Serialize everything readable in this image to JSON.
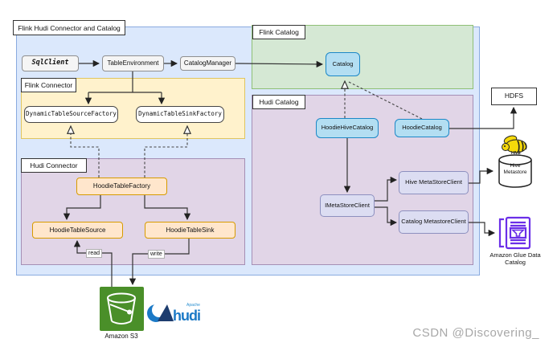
{
  "diagram": {
    "title": "Flink Hudi Connector and Catalog",
    "groups": {
      "flink_connector": {
        "label": "Flink Connector"
      },
      "hudi_connector": {
        "label": "Hudi Connector"
      },
      "flink_catalog": {
        "label": "Flink Catalog"
      },
      "hudi_catalog": {
        "label": "Hudi Catalog"
      }
    },
    "nodes": {
      "sql_client": {
        "label": "SqlClient"
      },
      "table_environment": {
        "label": "TableEnvironment"
      },
      "catalog_manager": {
        "label": "CatalogManager"
      },
      "dynamic_table_source_factory": {
        "label": "DynamicTableSourceFactory"
      },
      "dynamic_table_sink_factory": {
        "label": "DynamicTableSinkFactory"
      },
      "hoodie_table_factory": {
        "label": "HoodieTableFactory"
      },
      "hoodie_table_source": {
        "label": "HoodieTableSource"
      },
      "hoodie_table_sink": {
        "label": "HoodieTableSink"
      },
      "catalog": {
        "label": "Catalog"
      },
      "hoodie_hive_catalog": {
        "label": "HoodieHiveCatalog"
      },
      "hoodie_catalog": {
        "label": "HoodieCatalog"
      },
      "imeta_store_client": {
        "label": "IMetaStoreClient"
      },
      "hive_meta_store_client": {
        "label": "Hive MetaStoreClient"
      },
      "catalog_metastore_client": {
        "label": "Catalog MetastoreClient"
      },
      "hdfs": {
        "label": "HDFS"
      }
    },
    "edge_labels": {
      "read": "read",
      "write": "write"
    },
    "external": {
      "hive_metastore": {
        "label": "Hive Metastore"
      },
      "amazon_glue": {
        "label": "Amazon Glue Data Catalog"
      },
      "amazon_s3": {
        "label": "Amazon S3"
      },
      "hudi_logo": {
        "text": "hudi",
        "super": "Apache"
      }
    },
    "colors": {
      "outer_fill": "#dbe8fc",
      "outer_border": "#8aabdf",
      "yellow_fill": "#fff2cc",
      "purple_fill": "#e1d5e7",
      "green_fill": "#d5e8d4",
      "orange_fill": "#ffe6cc",
      "orange_border": "#d79b00",
      "blue_fill": "#b3def2",
      "blue_border": "#1c88c7",
      "lavender_fill": "#dcddf2",
      "gray_fill": "#f5f5f5",
      "s3_green": "#4a8f29",
      "glue_purple": "#6b2fe8",
      "hudi_blue": "#1b79c6",
      "hive_yellow": "#f5d90a",
      "watermark_gray": "#a8a8a8"
    }
  },
  "watermark": {
    "text": "CSDN @Discovering_"
  }
}
